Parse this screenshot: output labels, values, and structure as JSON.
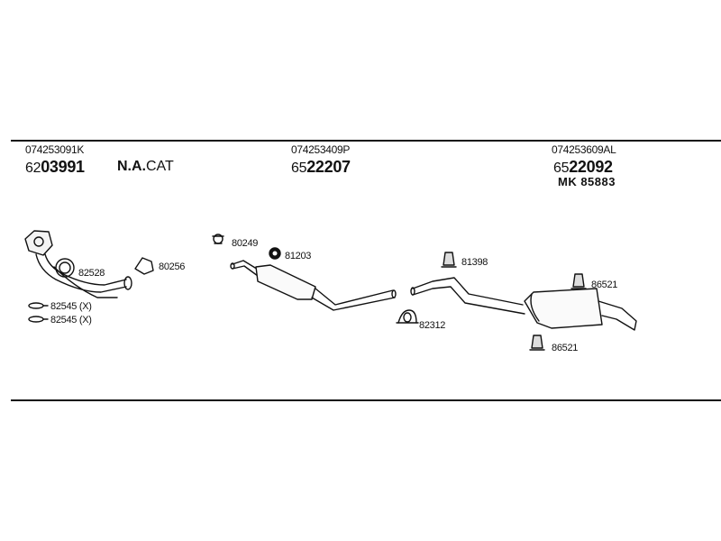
{
  "header": {
    "col1": {
      "oe": "074253091K",
      "prefix": "62",
      "number": "03991",
      "note_bold": "N.A.",
      "note_rest": "CAT"
    },
    "col2": {
      "oe": "074253409P",
      "prefix": "65",
      "number": "22207"
    },
    "col3": {
      "oe": "074253609AL",
      "prefix": "65",
      "number": "22092",
      "mk": "MK 85883"
    }
  },
  "parts": [
    "82528",
    "80256",
    "82545 (X)",
    "82545 (X)",
    "80249",
    "81203",
    "81398",
    "82312",
    "86521",
    "86521"
  ]
}
